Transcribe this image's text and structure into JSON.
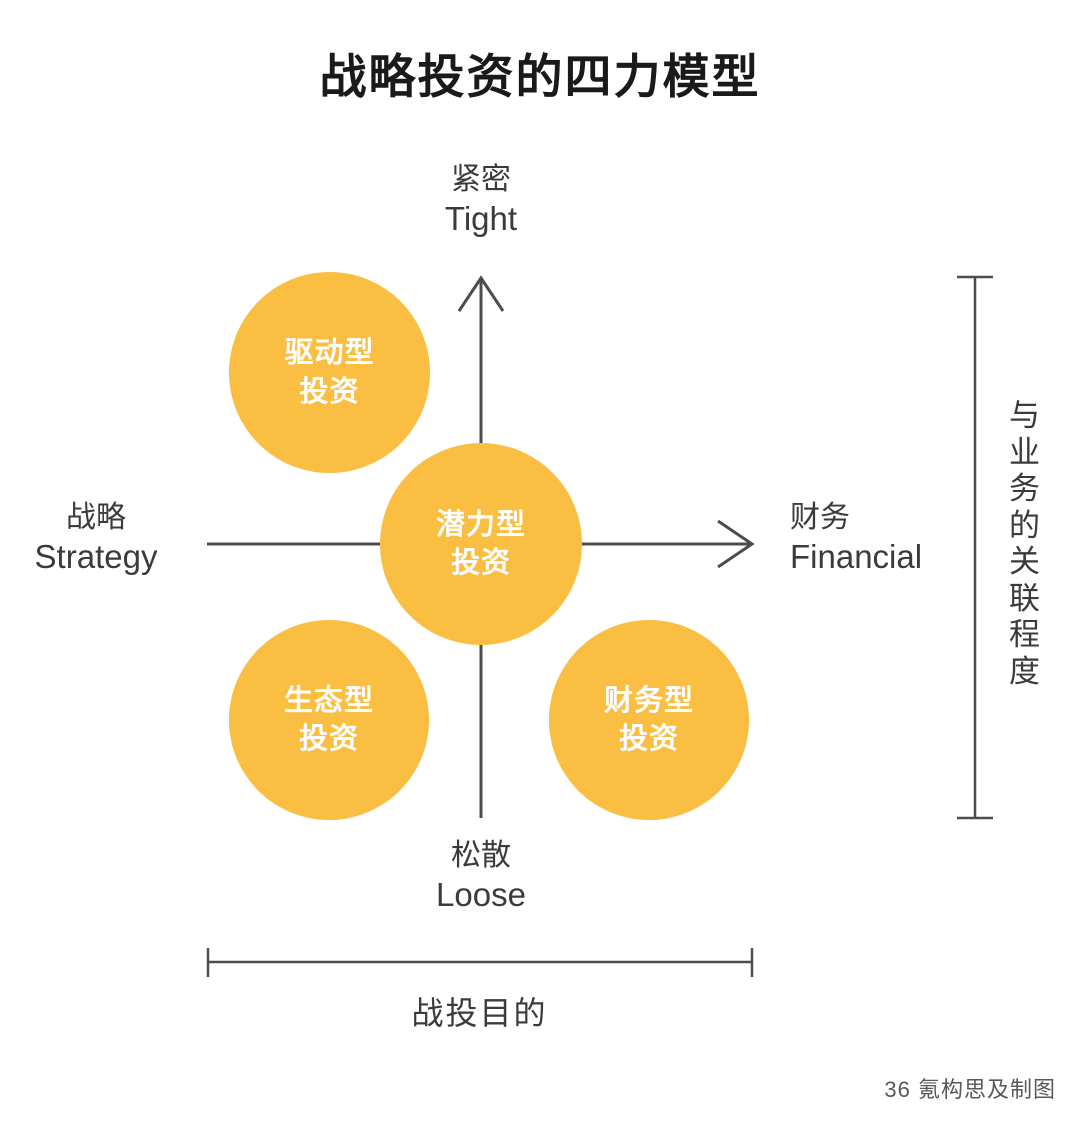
{
  "page": {
    "title": "战略投资的四力模型",
    "credit": "36 氪构思及制图",
    "accent_color": "#F9BE42",
    "axis_color": "#4d4d4d",
    "text_color": "#3b3b3b",
    "background": "#ffffff"
  },
  "axes": {
    "top": {
      "cn": "紧密",
      "en": "Tight"
    },
    "bottom": {
      "cn": "松散",
      "en": "Loose"
    },
    "left": {
      "cn": "战略",
      "en": "Strategy"
    },
    "right": {
      "cn": "财务",
      "en": "Financial"
    }
  },
  "brackets": {
    "vertical": {
      "label": "与业务的关联程度",
      "chars": [
        "与",
        "业",
        "务",
        "的",
        "关",
        "联",
        "程",
        "度"
      ]
    },
    "horizontal": {
      "label": "战投目的"
    }
  },
  "bubbles": [
    {
      "id": "driver",
      "line1": "驱动型",
      "line2": "投资",
      "quadrant": "top-left"
    },
    {
      "id": "potential",
      "line1": "潜力型",
      "line2": "投资",
      "quadrant": "center"
    },
    {
      "id": "eco",
      "line1": "生态型",
      "line2": "投资",
      "quadrant": "bottom-left"
    },
    {
      "id": "financial",
      "line1": "财务型",
      "line2": "投资",
      "quadrant": "bottom-right"
    }
  ],
  "chart_data": {
    "type": "scatter",
    "title": "战略投资的四力模型",
    "xlabel": "战投目的",
    "ylabel": "与业务的关联程度",
    "x_axis": {
      "low": "战略 Strategy",
      "high": "财务 Financial"
    },
    "y_axis": {
      "low": "松散 Loose",
      "high": "紧密 Tight"
    },
    "points": [
      {
        "label": "驱动型投资",
        "x": -1,
        "y": 1,
        "size": 201
      },
      {
        "label": "潜力型投资",
        "x": 0,
        "y": 0,
        "size": 202
      },
      {
        "label": "生态型投资",
        "x": -1,
        "y": -1,
        "size": 200
      },
      {
        "label": "财务型投资",
        "x": 0.65,
        "y": -1,
        "size": 200
      }
    ],
    "grid": false,
    "legend": "none"
  }
}
